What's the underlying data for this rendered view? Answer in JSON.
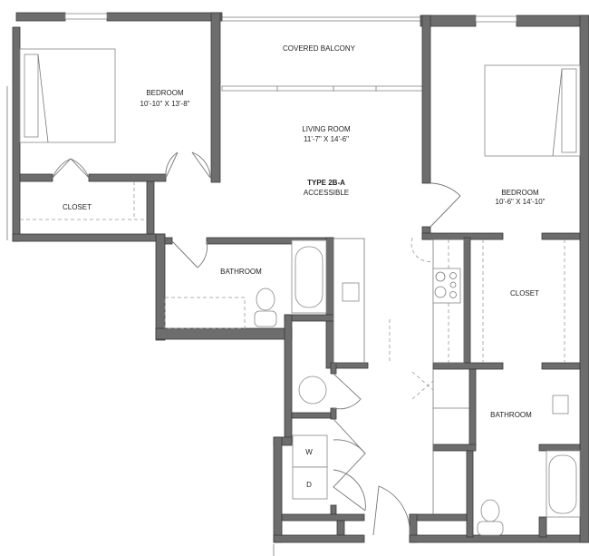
{
  "plan": {
    "type_label": "TYPE 2B-A",
    "accessibility": "ACCESSIBLE",
    "rooms": {
      "balcony": {
        "name": "COVERED BALCONY"
      },
      "bedroom_1": {
        "name": "BEDROOM",
        "dimensions": "10'-10\" X 13'-8\""
      },
      "living_room": {
        "name": "LIVING ROOM",
        "dimensions": "11'-7\" X 14'-6\""
      },
      "bedroom_2": {
        "name": "BEDROOM",
        "dimensions": "10'-6\" X 14'-10\""
      },
      "closet_1": {
        "name": "CLOSET"
      },
      "bathroom_1": {
        "name": "BATHROOM"
      },
      "closet_2": {
        "name": "CLOSET"
      },
      "bathroom_2": {
        "name": "BATHROOM"
      },
      "washer": {
        "name": "W"
      },
      "dryer": {
        "name": "D"
      }
    },
    "colors": {
      "wall": "#6d6d6d",
      "line": "#888888"
    }
  }
}
